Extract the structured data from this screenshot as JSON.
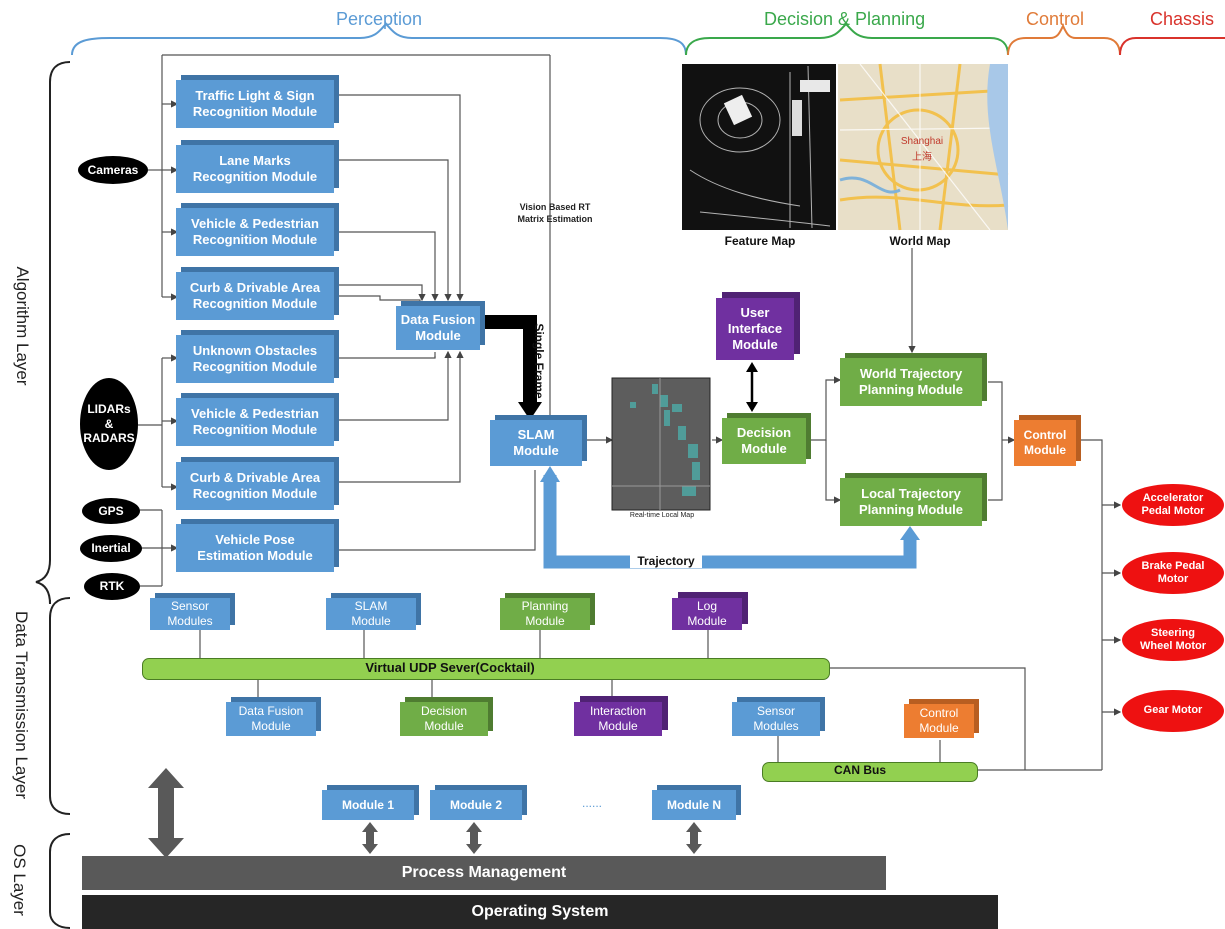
{
  "colors": {
    "perception": "#5b9bd5",
    "decision": "#3aa84b",
    "control": "#e07b39",
    "chassis": "#d9322b",
    "module_blue": "#5b9bd5",
    "module_green": "#70ad47",
    "module_purple": "#7030a0",
    "module_orange": "#ed7d31",
    "motor_red": "#ee1111"
  },
  "sections": {
    "perception": "Perception",
    "decision_planning": "Decision & Planning",
    "control": "Control",
    "chassis": "Chassis"
  },
  "layers": {
    "algorithm": "Algorithm Layer",
    "data_transmission": "Data Transmission Layer",
    "os": "OS Layer"
  },
  "sensors": {
    "cameras": "Cameras",
    "lidars": "LIDARs\n&\nRADARS",
    "gps": "GPS",
    "inertial": "Inertial",
    "rtk": "RTK"
  },
  "perception_modules": {
    "traffic": "Traffic Light & Sign\nRecognition Module",
    "lane": "Lane Marks\nRecognition Module",
    "vehicle_ped_cam": "Vehicle & Pedestrian\nRecognition Module",
    "curb_cam": "Curb & Drivable Area\nRecognition Module",
    "unknown": "Unknown Obstacles\nRecognition Module",
    "vehicle_ped_lidar": "Vehicle & Pedestrian\nRecognition Module",
    "curb_lidar": "Curb & Drivable Area\nRecognition Module",
    "pose": "Vehicle Pose\nEstimation Module"
  },
  "core_modules": {
    "data_fusion": "Data Fusion\nModule",
    "slam": "SLAM\nModule",
    "user_interface": "User\nInterface\nModule",
    "decision": "Decision\nModule",
    "world_traj": "World Trajectory\nPlanning Module",
    "local_traj": "Local Trajectory\nPlanning Module",
    "control": "Control\nModule"
  },
  "annotations": {
    "vision_rt": "Vision Based RT\nMatrix Estimation",
    "single_frame": "Single Frame",
    "trajectory": "Trajectory",
    "local_map": "Real-time Local Map",
    "feature_map": "Feature Map",
    "world_map": "World Map",
    "map_city": "Shanghai",
    "map_city_cn": "上海"
  },
  "motors": {
    "accelerator": "Accelerator\nPedal Motor",
    "brake": "Brake Pedal\nMotor",
    "steering": "Steering\nWheel Motor",
    "gear": "Gear Motor"
  },
  "transmission": {
    "sensor_modules": "Sensor\nModules",
    "slam_module": "SLAM\nModule",
    "planning_module": "Planning\nModule",
    "log_module": "Log\nModule",
    "udp_server": "Virtual UDP Sever(Cocktail)",
    "data_fusion_module": "Data Fusion\nModule",
    "decision_module": "Decision\nModule",
    "interaction_module": "Interaction\nModule",
    "sensor_modules_2": "Sensor\nModules",
    "control_module": "Control\nModule",
    "can_bus": "CAN Bus"
  },
  "os_layer": {
    "module_1": "Module 1",
    "module_2": "Module 2",
    "ellipsis": "......",
    "module_n": "Module N",
    "process_management": "Process Management",
    "operating_system": "Operating System"
  }
}
